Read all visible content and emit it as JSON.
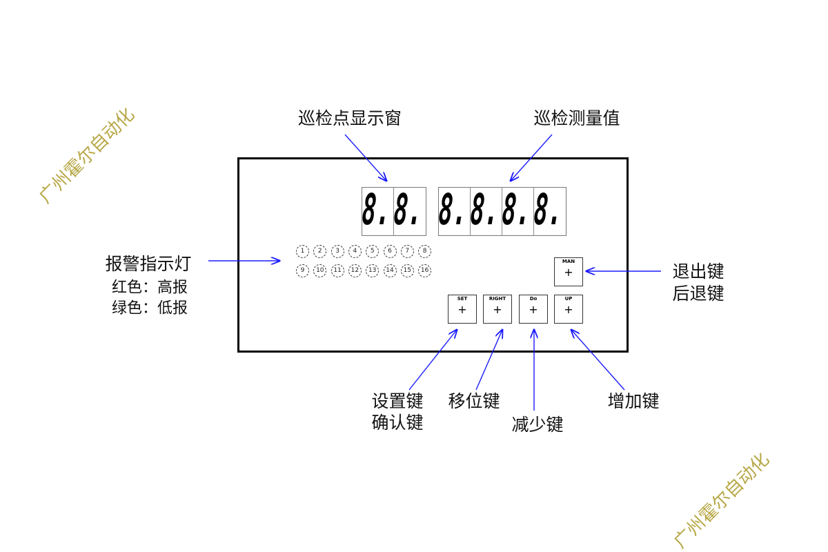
{
  "labels": {
    "display_window": "巡检点显示窗",
    "measured_value": "巡检测量值",
    "alarm_lights": "报警指示灯",
    "red": "红色：高报",
    "green": "绿色：低报",
    "exit_key": "退出键",
    "back_key": "后退键",
    "set_key": "设置键",
    "confirm_key": "确认键",
    "shift_key": "移位键",
    "decrease_key": "减少键",
    "increase_key": "增加键"
  },
  "display": {
    "point_digits": [
      "8.",
      "8."
    ],
    "value_digits": [
      "8.",
      "8.",
      "8.",
      "8."
    ]
  },
  "leds": [
    "1",
    "2",
    "3",
    "4",
    "5",
    "6",
    "7",
    "8",
    "9",
    "10",
    "11",
    "12",
    "13",
    "14",
    "15",
    "16"
  ],
  "keys": {
    "man": "MAN",
    "set": "SET",
    "right": "RIGHT",
    "down": "Do",
    "up": "UP",
    "plus": "+"
  },
  "watermark": "广州霍尔自动化",
  "colors": {
    "arrow": "#1a1aff"
  }
}
